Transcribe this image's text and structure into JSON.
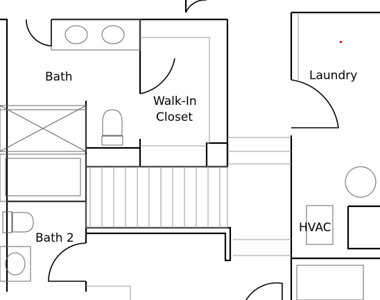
{
  "rooms": {
    "bath": "Bath",
    "walk_in_closet_line1": "Walk-In",
    "walk_in_closet_line2": "Closet",
    "laundry": "Laundry",
    "bath_2": "Bath 2",
    "hvac": "HVAC"
  },
  "colors": {
    "walls": "#000000",
    "fixtures": "#666666",
    "marker": "#cc2222"
  }
}
